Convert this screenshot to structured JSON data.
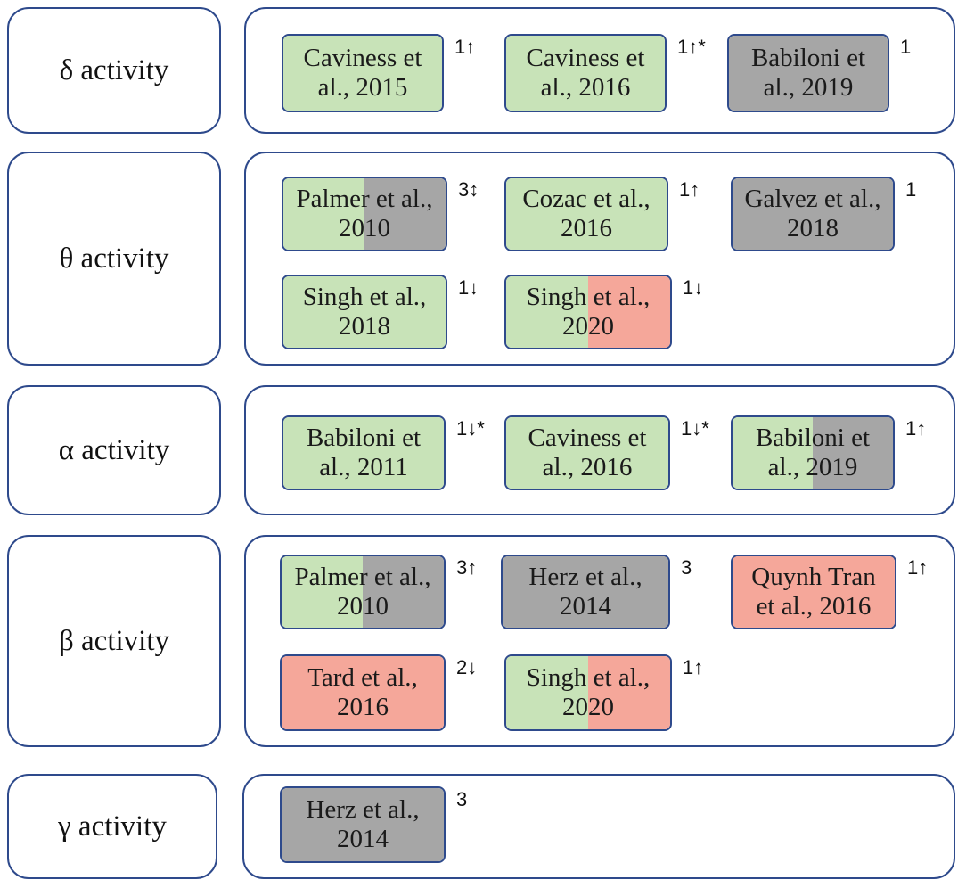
{
  "colors": {
    "green": "#c8e3b8",
    "gray": "#a6a6a6",
    "red": "#f5a79a",
    "border": "#2e4a8c"
  },
  "rows": [
    {
      "label": "δ activity",
      "studies": [
        {
          "line1": "Caviness et",
          "line2": "al., 2015",
          "mark": "1↑",
          "fill": [
            "green"
          ]
        },
        {
          "line1": "Caviness et",
          "line2": "al., 2016",
          "mark": "1↑*",
          "fill": [
            "green"
          ]
        },
        {
          "line1": "Babiloni et",
          "line2": "al., 2019",
          "mark": "1",
          "fill": [
            "gray"
          ]
        }
      ]
    },
    {
      "label": "θ activity",
      "studies": [
        {
          "line1": "Palmer et al.,",
          "line2": "2010",
          "mark": "3↕",
          "fill": [
            "green",
            "gray"
          ]
        },
        {
          "line1": "Cozac et al.,",
          "line2": "2016",
          "mark": "1↑",
          "fill": [
            "green"
          ]
        },
        {
          "line1": "Galvez et al.,",
          "line2": "2018",
          "mark": "1",
          "fill": [
            "gray"
          ]
        },
        {
          "line1": "Singh et al.,",
          "line2": "2018",
          "mark": "1↓",
          "fill": [
            "green"
          ]
        },
        {
          "line1": "Singh et al.,",
          "line2": "2020",
          "mark": "1↓",
          "fill": [
            "green",
            "red"
          ]
        }
      ]
    },
    {
      "label": "α activity",
      "studies": [
        {
          "line1": "Babiloni et",
          "line2": "al., 2011",
          "mark": "1↓*",
          "fill": [
            "green"
          ]
        },
        {
          "line1": "Caviness et",
          "line2": "al., 2016",
          "mark": "1↓*",
          "fill": [
            "green"
          ]
        },
        {
          "line1": "Babiloni et",
          "line2": "al., 2019",
          "mark": "1↑",
          "fill": [
            "green",
            "gray"
          ]
        }
      ]
    },
    {
      "label": "β activity",
      "studies": [
        {
          "line1": "Palmer et al.,",
          "line2": "2010",
          "mark": "3↑",
          "fill": [
            "green",
            "gray"
          ]
        },
        {
          "line1": "Herz et al.,",
          "line2": "2014",
          "mark": "3",
          "fill": [
            "gray"
          ]
        },
        {
          "line1": "Quynh Tran",
          "line2": "et al., 2016",
          "mark": "1↑",
          "fill": [
            "red"
          ]
        },
        {
          "line1": "Tard et al.,",
          "line2": "2016",
          "mark": "2↓",
          "fill": [
            "red"
          ]
        },
        {
          "line1": "Singh et al.,",
          "line2": "2020",
          "mark": "1↑",
          "fill": [
            "green",
            "red"
          ]
        }
      ]
    },
    {
      "label": "γ activity",
      "studies": [
        {
          "line1": "Herz et al.,",
          "line2": "2014",
          "mark": "3",
          "fill": [
            "gray"
          ]
        }
      ]
    }
  ]
}
